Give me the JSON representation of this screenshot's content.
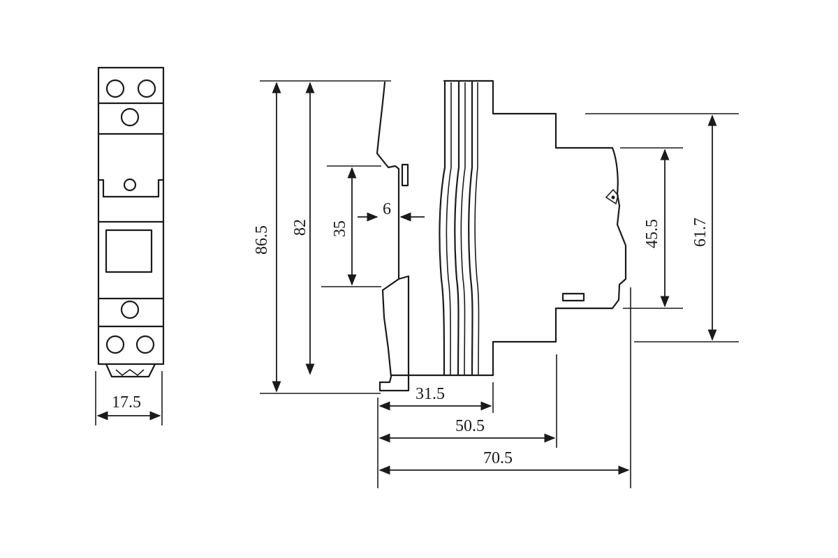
{
  "dimensions": {
    "width_label": "17.5",
    "height_total_label": "86.5",
    "height_82_label": "82",
    "rail_35_label": "35",
    "rail_6_label": "6",
    "depth_315_label": "31.5",
    "depth_505_label": "50.5",
    "depth_705_label": "70.5",
    "height_455_label": "45.5",
    "height_617_label": "61.7"
  },
  "colors": {
    "line": "#1a1a1a",
    "background": "#ffffff"
  }
}
